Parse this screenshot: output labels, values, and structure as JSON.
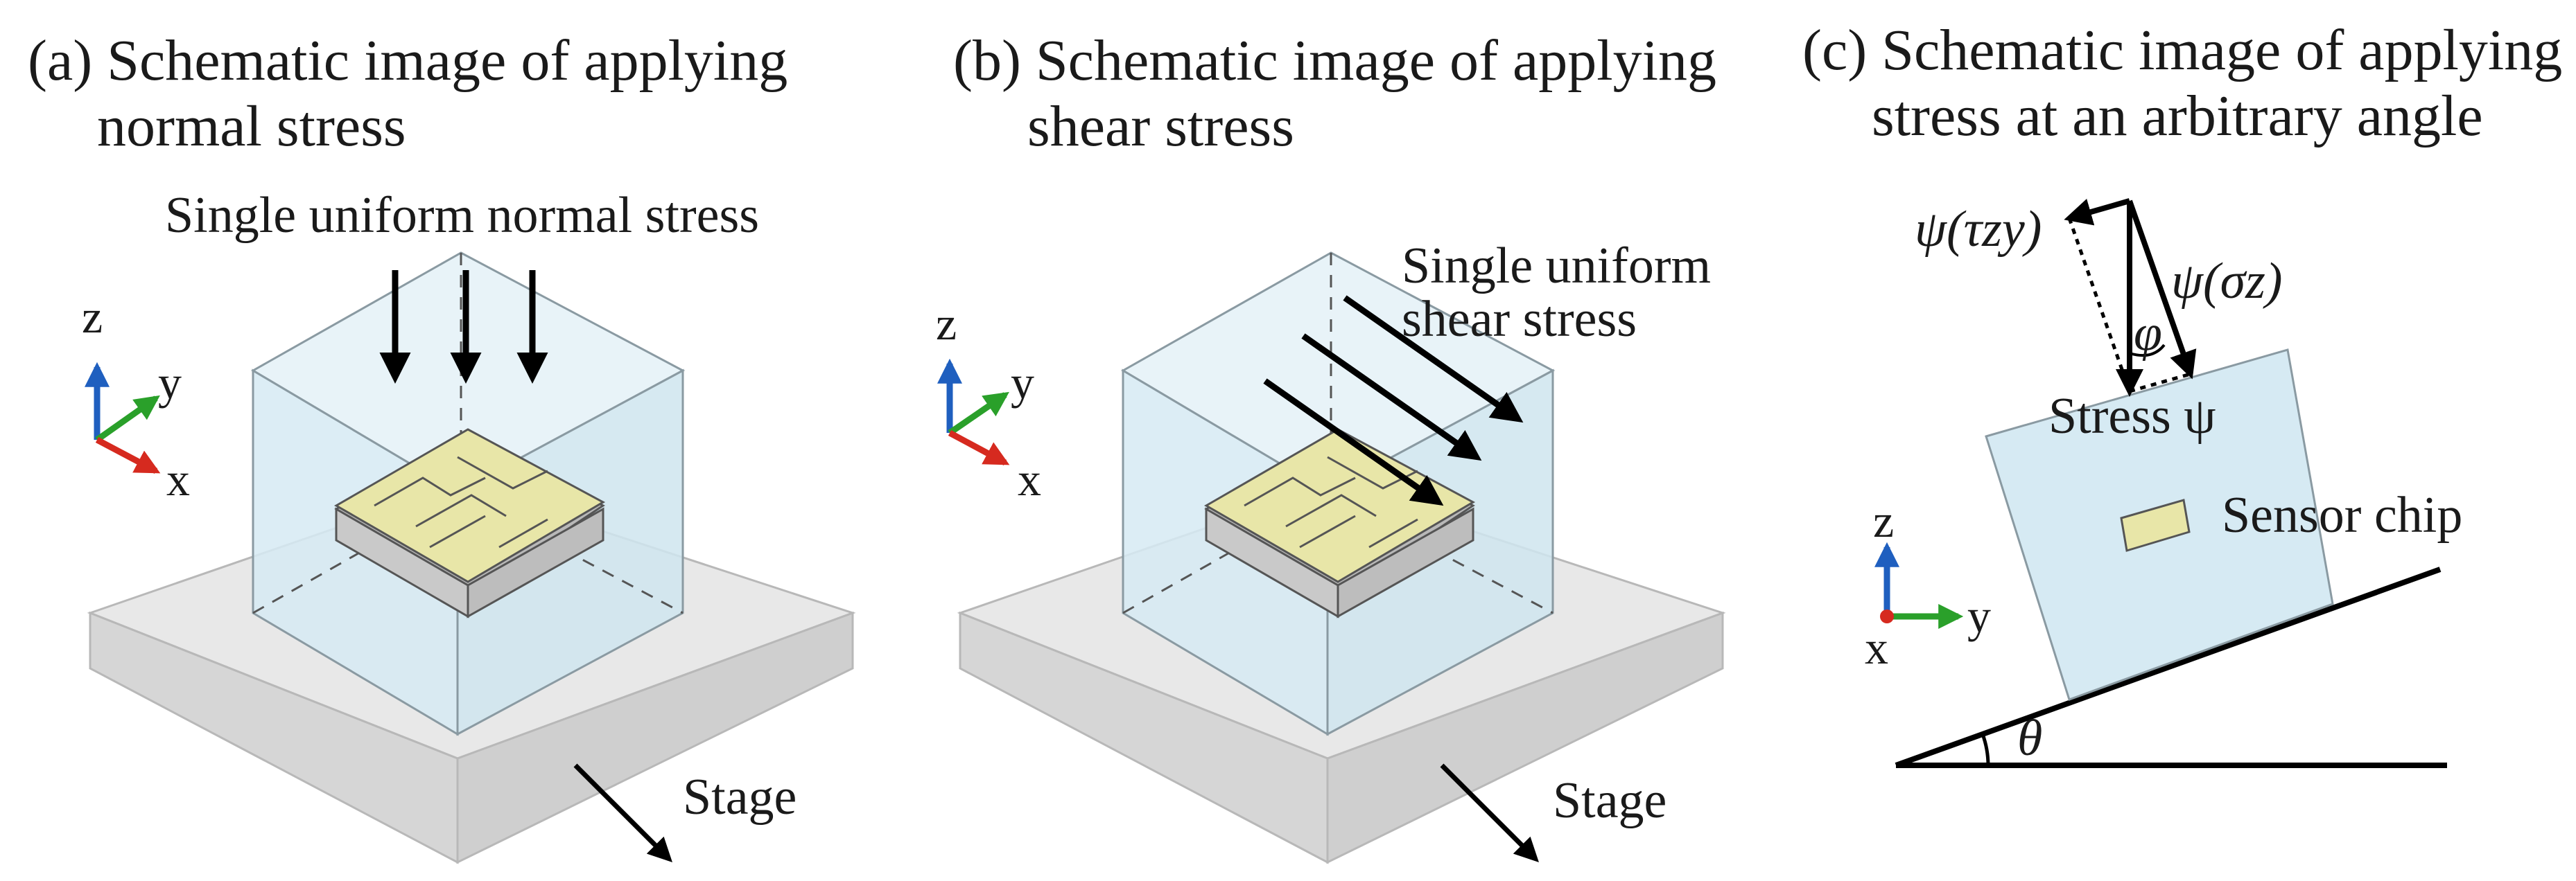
{
  "panels": {
    "a": {
      "caption_line1": "(a) Schematic image of  applying",
      "caption_line2": "normal stress",
      "stress_label": "Single uniform normal stress",
      "stage_label": "Stage"
    },
    "b": {
      "caption_line1": "(b) Schematic image of applying",
      "caption_line2": "shear stress",
      "stress_label_line1": "Single uniform",
      "stress_label_line2": "shear stress",
      "stage_label": "Stage"
    },
    "c": {
      "caption_line1": "(c) Schematic image of applying",
      "caption_line2": "stress at an arbitrary angle",
      "shear_component": "ψ(τzy)",
      "normal_component": "ψ(σz)",
      "angle_phi": "φ",
      "stress_label": "Stress ψ",
      "sensor_label": "Sensor chip",
      "angle_theta": "θ"
    }
  },
  "axes": {
    "x": "x",
    "y": "y",
    "z": "z"
  },
  "colors": {
    "z_axis": "#1f5fbf",
    "y_axis": "#2aa02a",
    "x_axis": "#d62a1f",
    "box_fill": "#dcedf5",
    "chip": "#e8e6a8",
    "stage": "#e6e6e6"
  }
}
